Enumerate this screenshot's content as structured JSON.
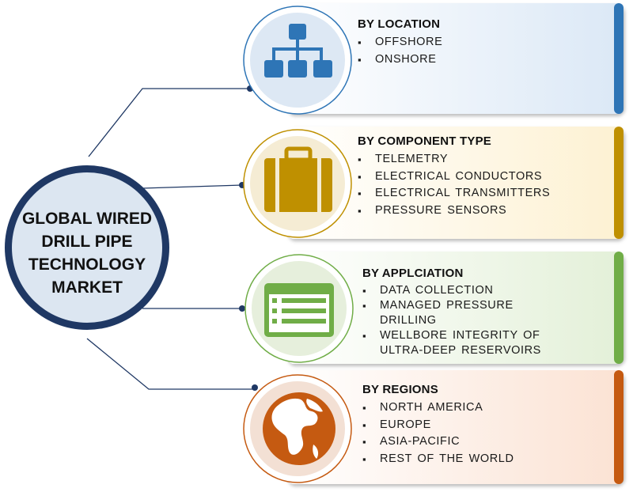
{
  "center": {
    "title_lines": [
      "GLOBAL WIRED",
      "DRILL PIPE",
      "TECHNOLOGY",
      "MARKET"
    ]
  },
  "segments": [
    {
      "title": "BY LOCATION",
      "icon": "hierarchy-icon",
      "color": "#2e75b6",
      "items": [
        "OFFSHORE",
        "ONSHORE"
      ]
    },
    {
      "title": "BY COMPONENT  TYPE",
      "icon": "briefcase-icon",
      "color": "#bf9000",
      "items": [
        "TELEMETRY",
        "ELECTRICAL  CONDUCTORS",
        "ELECTRICAL  TRANSMITTERS",
        "PRESSURE  SENSORS"
      ]
    },
    {
      "title": "BY APPLCIATION",
      "icon": "list-window-icon",
      "color": "#70ad47",
      "items": [
        "DATA COLLECTION",
        "MANAGED PRESSURE DRILLING",
        "WELLBORE INTEGRITY  OF ULTRA-DEEP RESERVOIRS"
      ]
    },
    {
      "title": "BY REGIONS",
      "icon": "globe-icon",
      "color": "#c55a11",
      "items": [
        "NORTH  AMERICA",
        "EUROPE",
        "ASIA-PACIFIC",
        "REST OF THE  WORLD"
      ]
    }
  ]
}
